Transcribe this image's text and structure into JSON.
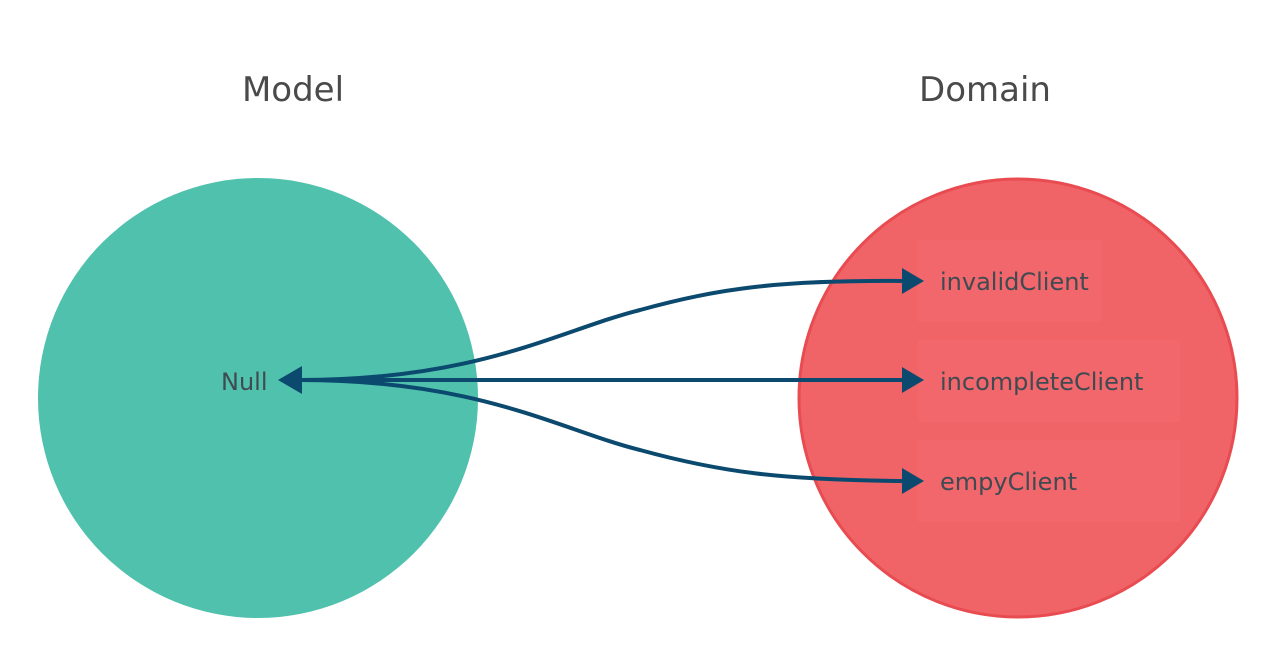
{
  "model": {
    "title": "Model",
    "color": "#50c1ac",
    "item": "Null"
  },
  "domain": {
    "title": "Domain",
    "color": "#f06468",
    "border_color": "#e84b50",
    "items": [
      "invalidClient",
      "incompleteClient",
      "empyClient"
    ]
  },
  "arrow_color": "#0b4a6e"
}
